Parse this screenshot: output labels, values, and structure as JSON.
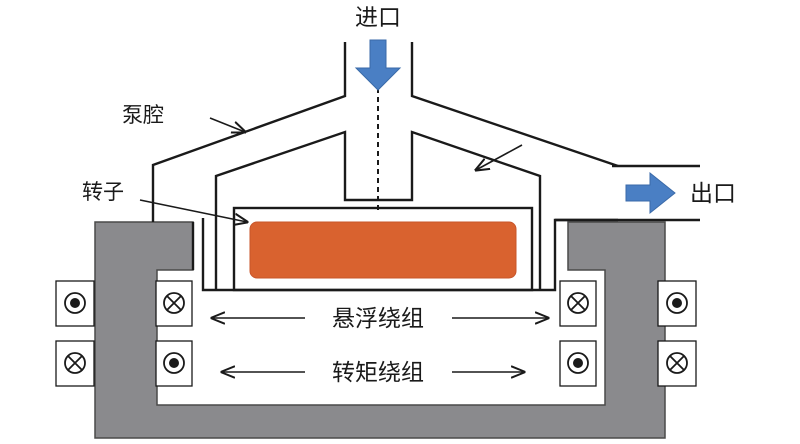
{
  "labels": {
    "inlet": "进口",
    "outlet": "出口",
    "pump_cavity": "泵腔",
    "rotor": "转子",
    "suspension_winding": "悬浮绕组",
    "torque_winding": "转矩绕组"
  },
  "colors": {
    "stator": "#8a8a8d",
    "stator_edge": "#4a4a4a",
    "rotor": "#d9622f",
    "rotor_edge": "#c8552a",
    "flow_arrow": "#4a7fc4",
    "line": "#1a1a1a"
  },
  "icons": {
    "dot_symbol": "current-out-of-page-icon",
    "cross_symbol": "current-into-page-icon"
  }
}
